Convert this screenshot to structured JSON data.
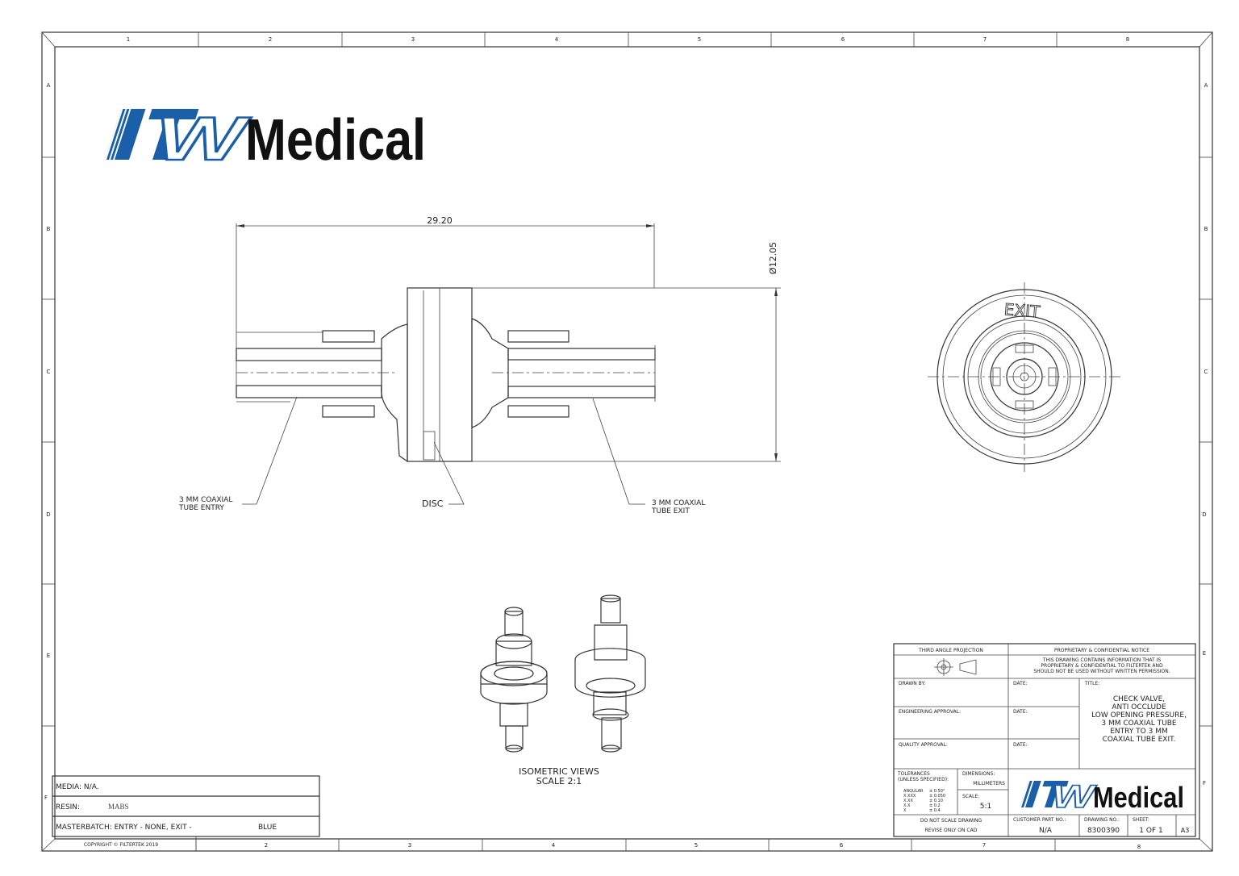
{
  "frame": {
    "col_labels": [
      "1",
      "2",
      "3",
      "4",
      "5",
      "6",
      "7",
      "8"
    ],
    "bottom_col_labels": [
      "2",
      "3",
      "4",
      "5",
      "6",
      "7",
      "8"
    ],
    "row_labels": [
      "A",
      "B",
      "C",
      "D",
      "E",
      "F"
    ]
  },
  "logo": {
    "brand": "ITW",
    "name": "Medical",
    "brand_color": "#1a5fa8"
  },
  "section_view": {
    "length_dim": "29.20",
    "diameter_dim": "Ø12.05",
    "entry_label": [
      "3 MM COAXIAL",
      "TUBE ENTRY"
    ],
    "disc_label": "DISC",
    "exit_label": [
      "3 MM COAXIAL",
      "TUBE EXIT"
    ]
  },
  "end_view": {
    "label": "EXIT"
  },
  "isometric": {
    "title": "ISOMETRIC VIEWS",
    "scale": "SCALE 2:1"
  },
  "material_table": {
    "media": "MEDIA: N/A.",
    "resin_label": "RESIN:",
    "resin_value": "MABS",
    "masterbatch_label": "MASTERBATCH: ENTRY - NONE, EXIT -",
    "masterbatch_value": "BLUE",
    "copyright": "COPYRIGHT © FILTERTEK 2019"
  },
  "title_block": {
    "projection": "THIRD ANGLE PROJECTION",
    "notice_title": "PROPRIETARY & CONFIDENTIAL NOTICE",
    "notice_lines": [
      "THIS DRAWING CONTAINS INFORMATION THAT IS",
      "PROPRIETARY & CONFIDENTIAL TO FILTERTEK AND",
      "SHOULD NOT BE USED WITHOUT WRITTEN PERMISSION."
    ],
    "drawn_by": "DRAWN BY:",
    "date": "DATE:",
    "engineering_approval": "ENGINEERING APPROVAL:",
    "quality_approval": "QUALITY APPROVAL:",
    "title_label": "TITLE:",
    "title_lines": [
      "CHECK VALVE,",
      "ANTI OCCLUDE",
      "LOW OPENING PRESSURE,",
      "3 MM COAXIAL TUBE",
      "ENTRY TO 3 MM",
      "COAXIAL TUBE EXIT."
    ],
    "tolerances_label": [
      "TOLERANCES",
      "(UNLESS SPECIFIED):"
    ],
    "tolerances": [
      {
        "k": "ANGULAR",
        "v": "± 0.50°"
      },
      {
        "k": "X.XXX",
        "v": "± 0.050"
      },
      {
        "k": "X.XX",
        "v": "± 0.10"
      },
      {
        "k": "X.X",
        "v": "± 0.2"
      },
      {
        "k": "X",
        "v": "± 0.4"
      }
    ],
    "dimensions_label": "DIMENSIONS:",
    "dimensions_value": "MILLIMETERS",
    "scale_label": "SCALE:",
    "scale_value": "5:1",
    "no_scale": "DO NOT SCALE DRAWING",
    "revise": "REVISE ONLY ON CAD",
    "customer_part_label": "CUSTOMER PART NO.:",
    "customer_part_value": "N/A",
    "drawing_no_label": "DRAWING NO.:",
    "drawing_no_value": "8300390",
    "sheet_label": "SHEET:",
    "sheet_value": "1 OF 1",
    "size": "A3"
  }
}
